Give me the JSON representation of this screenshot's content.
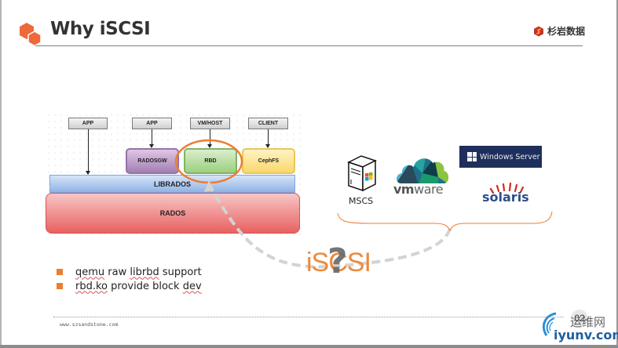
{
  "slide": {
    "title": "Why iSCSI",
    "brand_name": "杉岩数据",
    "footer_url": "www.szsandstone.com",
    "page_number": "02"
  },
  "diagram": {
    "clients": [
      {
        "label": "APP"
      },
      {
        "label": "APP"
      },
      {
        "label": "VM/HOST"
      },
      {
        "label": "CLIENT"
      }
    ],
    "services": [
      {
        "label": "RADOSGW"
      },
      {
        "label": "RBD"
      },
      {
        "label": "CephFS"
      }
    ],
    "librados_label": "LIBRADOS",
    "rados_label": "RADOS",
    "highlight_color": "#ed7d31"
  },
  "platforms": {
    "mscs_label": "MSCS",
    "vmware_prefix": "vm",
    "vmware_suffix": "ware",
    "windows_server_label": "Windows Server",
    "solaris_label": "solaris"
  },
  "iscsi_label": "iSCSI",
  "iscsi_question": "?",
  "bullets": [
    {
      "parts": [
        "qemu",
        " raw ",
        "librbd",
        " support"
      ],
      "squiggle": [
        0,
        2
      ]
    },
    {
      "parts": [
        "rbd.ko",
        " provide block ",
        "dev"
      ],
      "squiggle": [
        0,
        2
      ]
    }
  ],
  "bullet_texts": {
    "b1_w1": "qemu",
    "b1_w2": " raw ",
    "b1_w3": "librbd",
    "b1_w4": " support",
    "b2_w1": "rbd.ko",
    "b2_w2": " provide block ",
    "b2_w3": "dev"
  },
  "watermark": {
    "cn_text": "运维网",
    "url": "iyunv.com"
  },
  "colors": {
    "accent_orange": "#ec7f2d",
    "title_text": "#333333",
    "windows_bg": "#1e2f5c",
    "solaris_blue": "#2e4e8c",
    "solaris_red": "#d9261c"
  }
}
